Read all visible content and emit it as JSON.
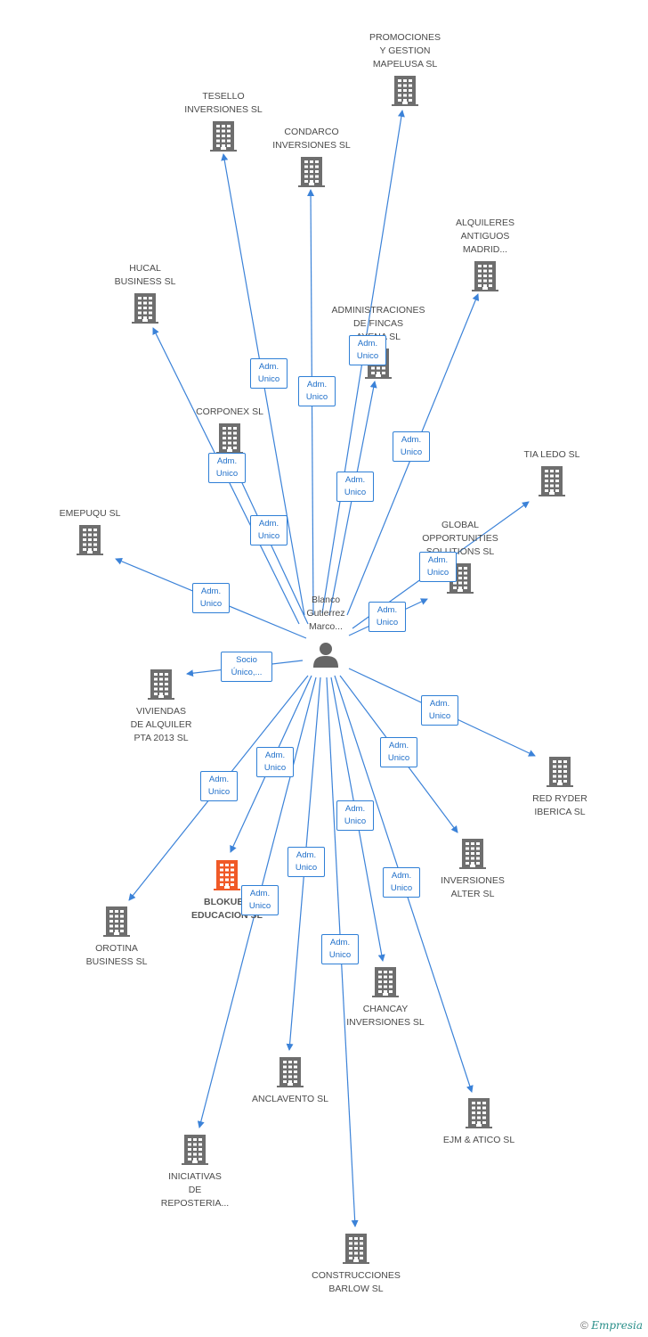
{
  "colors": {
    "edge": "#3b82d8",
    "building": "#6e6e6e",
    "focus_building": "#f05a28",
    "badge_text": "#1f6fc9"
  },
  "person": {
    "name": "Blanco\nGutierrez\nMarco...",
    "icon": "person-icon"
  },
  "companies": [
    {
      "id": "promociones",
      "label": "PROMOCIONES\nY GESTION\nMAPELUSA SL",
      "rel": "Adm.\nUnico"
    },
    {
      "id": "tesello",
      "label": "TESELLO\nINVERSIONES SL",
      "rel": "Adm.\nUnico"
    },
    {
      "id": "condarco",
      "label": "CONDARCO\nINVERSIONES SL",
      "rel": "Adm.\nUnico"
    },
    {
      "id": "alquileres",
      "label": "ALQUILERES\nANTIGUOS\nMADRID...",
      "rel": "Adm.\nUnico"
    },
    {
      "id": "hucal",
      "label": "HUCAL\nBUSINESS SL",
      "rel": "Adm.\nUnico"
    },
    {
      "id": "administraciones",
      "label": "ADMINISTRACIONES\nDE FINCAS\nAYENA SL",
      "rel": "Adm.\nUnico"
    },
    {
      "id": "corponex",
      "label": "CORPONEX SL",
      "rel": "Adm.\nUnico"
    },
    {
      "id": "tialedo",
      "label": "TIA LEDO SL",
      "rel": "Adm.\nUnico"
    },
    {
      "id": "emepuqu",
      "label": "EMEPUQU SL",
      "rel": "Adm.\nUnico"
    },
    {
      "id": "global",
      "label": "GLOBAL\nOPPORTUNITIES\nSOLUTIONS SL",
      "rel": "Adm.\nUnico"
    },
    {
      "id": "viviendas",
      "label": "VIVIENDAS\nDE ALQUILER\nPTA 2013 SL",
      "rel": "Socio\nÚnico,..."
    },
    {
      "id": "redryder",
      "label": "RED RYDER\nIBERICA SL",
      "rel": "Adm.\nUnico"
    },
    {
      "id": "inversionesalter",
      "label": "INVERSIONES\nALTER SL",
      "rel": "Adm.\nUnico"
    },
    {
      "id": "blokube",
      "label": "BLOKUBE\nEDUCACION SL",
      "rel": "Adm.\nUnico"
    },
    {
      "id": "orotina",
      "label": "OROTINA\nBUSINESS SL",
      "rel": "Adm.\nUnico"
    },
    {
      "id": "chancay",
      "label": "CHANCAY\nINVERSIONES SL",
      "rel": "Adm.\nUnico"
    },
    {
      "id": "anclavento",
      "label": "ANCLAVENTO SL",
      "rel": "Adm.\nUnico"
    },
    {
      "id": "ejm",
      "label": "EJM & ATICO SL",
      "rel": "Adm.\nUnico"
    },
    {
      "id": "iniciativas",
      "label": "INICIATIVAS\nDE\nREPOSTERIA...",
      "rel": "Adm.\nUnico"
    },
    {
      "id": "construcciones",
      "label": "CONSTRUCCIONES\nBARLOW SL",
      "rel": "Adm.\nUnico"
    }
  ],
  "footer": {
    "copyright": "©",
    "brand": "Empresia"
  }
}
